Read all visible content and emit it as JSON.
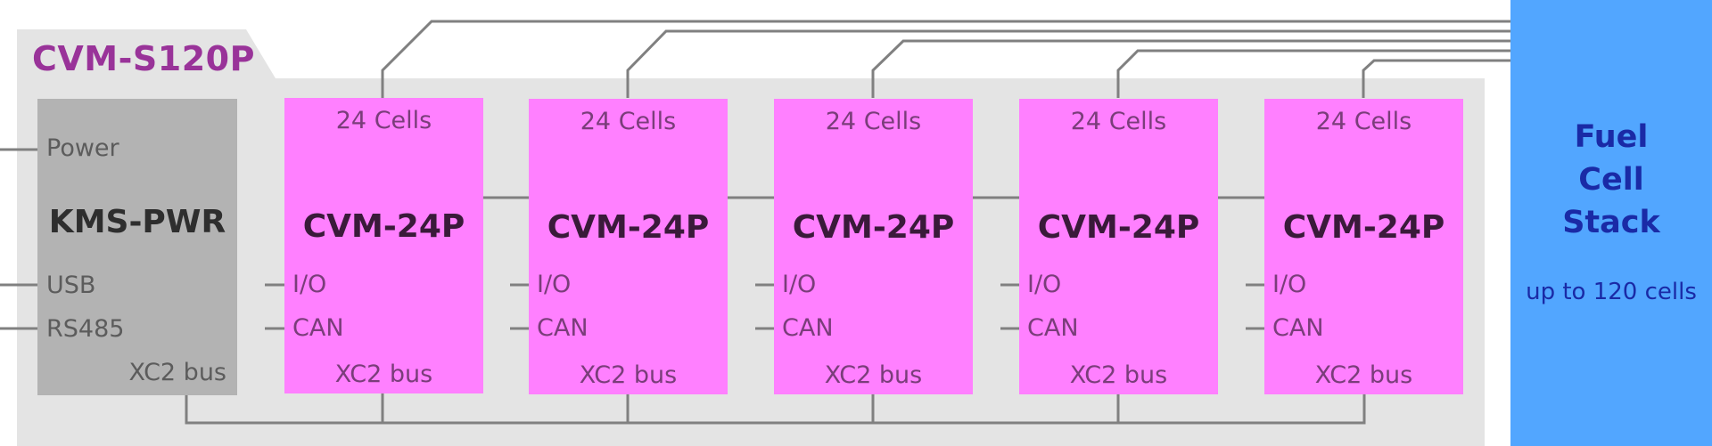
{
  "panel": {
    "title": "CVM-S120P",
    "background": "#e4e4e4",
    "title_color": "#993399"
  },
  "controller": {
    "name": "KMS-PWR",
    "ports": {
      "power": "Power",
      "usb": "USB",
      "rs485": "RS485",
      "bus": "XC2 bus"
    },
    "color": "#b3b3b3"
  },
  "modules": [
    {
      "name": "CVM-24P",
      "cells": "24 Cells",
      "io": "I/O",
      "can": "CAN",
      "bus": "XC2 bus"
    },
    {
      "name": "CVM-24P",
      "cells": "24 Cells",
      "io": "I/O",
      "can": "CAN",
      "bus": "XC2 bus"
    },
    {
      "name": "CVM-24P",
      "cells": "24 Cells",
      "io": "I/O",
      "can": "CAN",
      "bus": "XC2 bus"
    },
    {
      "name": "CVM-24P",
      "cells": "24 Cells",
      "io": "I/O",
      "can": "CAN",
      "bus": "XC2 bus"
    },
    {
      "name": "CVM-24P",
      "cells": "24 Cells",
      "io": "I/O",
      "can": "CAN",
      "bus": "XC2 bus"
    }
  ],
  "module_color": "#ff80ff",
  "stack": {
    "line1": "Fuel",
    "line2": "Cell",
    "line3": "Stack",
    "subtitle": "up to 120 cells",
    "color": "#52a6ff"
  },
  "wire_color": "#808080"
}
